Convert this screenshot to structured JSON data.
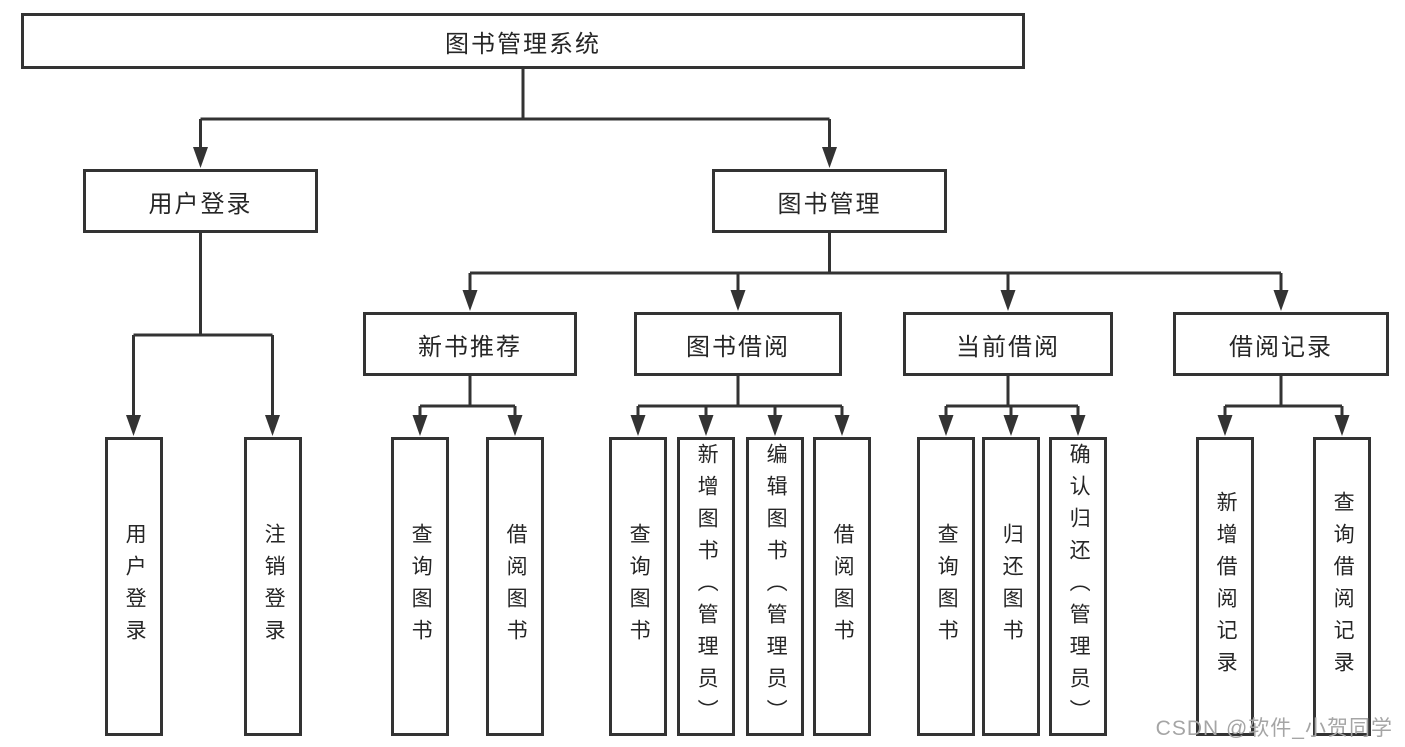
{
  "diagram": {
    "type": "hierarchy-tree",
    "nodes": {
      "root": {
        "label": "图书管理系统"
      },
      "level2": [
        {
          "label": "用户登录"
        },
        {
          "label": "图书管理"
        }
      ],
      "level3": [
        {
          "label": "新书推荐"
        },
        {
          "label": "图书借阅"
        },
        {
          "label": "当前借阅"
        },
        {
          "label": "借阅记录"
        }
      ],
      "leaves": {
        "user_login": [
          "用户登录",
          "注销登录"
        ],
        "new_book_recommend": [
          "查询图书",
          "借阅图书"
        ],
        "book_borrow": [
          "查询图书",
          "新增图书（管理员）",
          "编辑图书（管理员）",
          "借阅图书"
        ],
        "current_borrow": [
          "查询图书",
          "归还图书",
          "确认归还（管理员）"
        ],
        "borrow_records": [
          "新增借阅记录",
          "查询借阅记录"
        ]
      }
    },
    "watermark": "CSDN @软件_小贺同学",
    "colors": {
      "line": "#333333",
      "text": "#262626",
      "background": "#ffffff",
      "watermark": "#a5a5a5"
    }
  }
}
